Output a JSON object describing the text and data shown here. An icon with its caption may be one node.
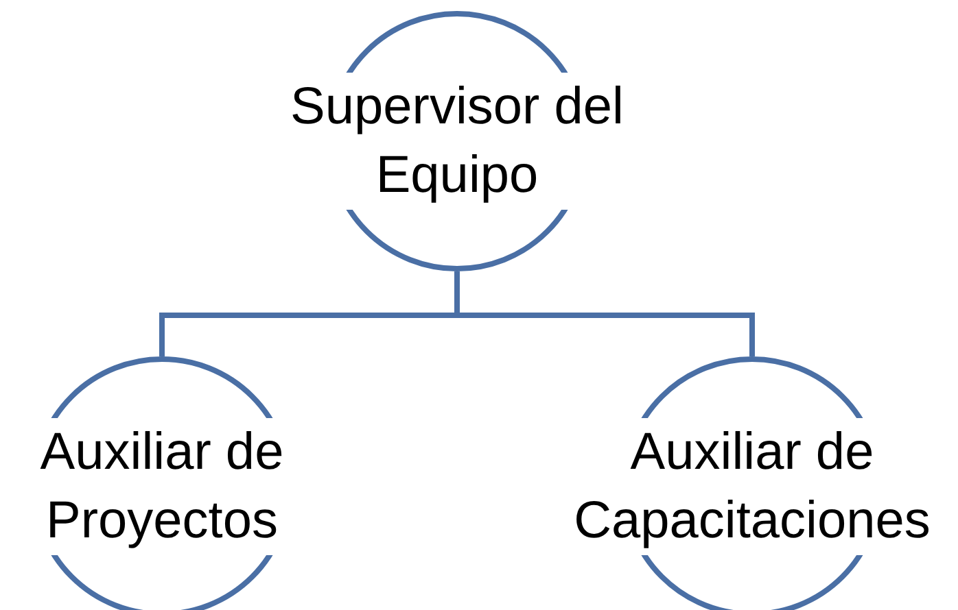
{
  "diagram": {
    "nodes": [
      {
        "text": [
          "Supervisor del Equipo"
        ]
      },
      {
        "text": [
          "Auxiliar de Proyectos"
        ]
      },
      {
        "text": [
          "Auxiliar de Capacitaciones"
        ]
      }
    ],
    "edges": [
      {
        "from": 0,
        "to": 1,
        "arrow": "none"
      },
      {
        "from": 0,
        "to": 2,
        "arrow": "none"
      }
    ]
  }
}
